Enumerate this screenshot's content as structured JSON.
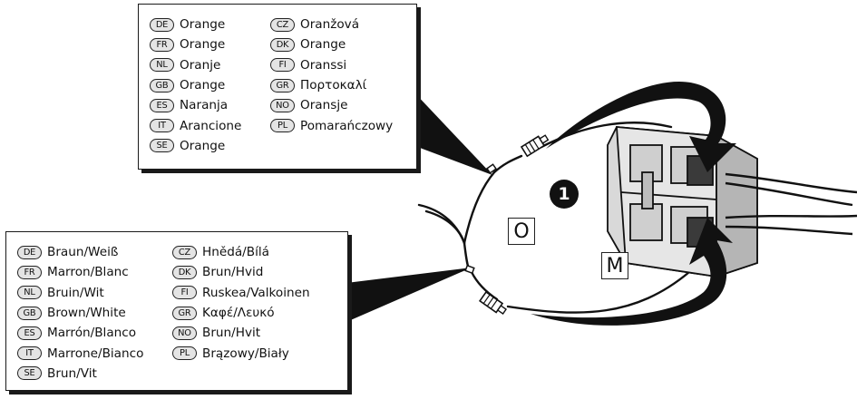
{
  "labels": {
    "o": "O",
    "m": "M",
    "step": "1"
  },
  "legend_top": {
    "col1": [
      {
        "code": "DE",
        "text": "Orange"
      },
      {
        "code": "FR",
        "text": "Orange"
      },
      {
        "code": "NL",
        "text": "Oranje"
      },
      {
        "code": "GB",
        "text": "Orange"
      },
      {
        "code": "ES",
        "text": "Naranja"
      },
      {
        "code": "IT",
        "text": "Arancione"
      },
      {
        "code": "SE",
        "text": "Orange"
      }
    ],
    "col2": [
      {
        "code": "CZ",
        "text": "Oranžová"
      },
      {
        "code": "DK",
        "text": "Orange"
      },
      {
        "code": "FI",
        "text": "Oranssi"
      },
      {
        "code": "GR",
        "text": "Πορτοκαλί"
      },
      {
        "code": "NO",
        "text": "Oransje"
      },
      {
        "code": "PL",
        "text": "Pomarańczowy"
      }
    ]
  },
  "legend_bottom": {
    "col1": [
      {
        "code": "DE",
        "text": "Braun/Weiß"
      },
      {
        "code": "FR",
        "text": "Marron/Blanc"
      },
      {
        "code": "NL",
        "text": "Bruin/Wit"
      },
      {
        "code": "GB",
        "text": "Brown/White"
      },
      {
        "code": "ES",
        "text": "Marrón/Blanco"
      },
      {
        "code": "IT",
        "text": "Marrone/Bianco"
      },
      {
        "code": "SE",
        "text": "Brun/Vit"
      }
    ],
    "col2": [
      {
        "code": "CZ",
        "text": "Hnědá/Bílá"
      },
      {
        "code": "DK",
        "text": "Brun/Hvid"
      },
      {
        "code": "FI",
        "text": "Ruskea/Valkoinen"
      },
      {
        "code": "GR",
        "text": "Καφέ/Λευκό"
      },
      {
        "code": "NO",
        "text": "Brun/Hvit"
      },
      {
        "code": "PL",
        "text": "Brązowy/Biały"
      }
    ]
  }
}
